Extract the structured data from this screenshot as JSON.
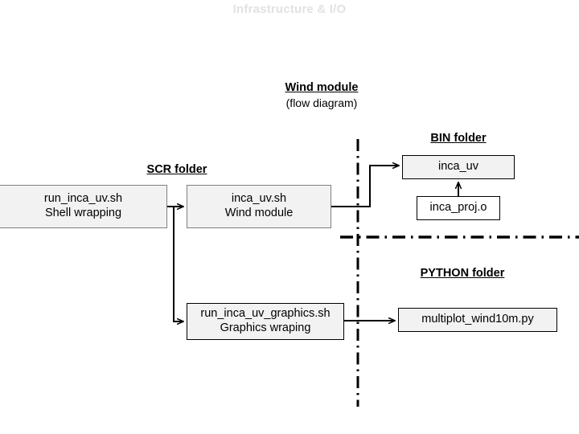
{
  "slide": {
    "title": "Infrastructure & I/O",
    "title_color": "#e2e2e2"
  },
  "diagram": {
    "title": "Wind module",
    "subtitle": "(flow diagram)",
    "stroke_color": "#000000",
    "box_fill": "#f2f2f2",
    "folders": [
      {
        "name": "scr",
        "label": "SCR folder"
      },
      {
        "name": "bin",
        "label": "BIN folder"
      },
      {
        "name": "python",
        "label": "PYTHON folder"
      }
    ],
    "nodes": [
      {
        "id": "run-inca-uv",
        "folder": "scr",
        "line1": "run_inca_uv.sh",
        "line2": "Shell wrapping"
      },
      {
        "id": "inca-uv-sh",
        "folder": "scr",
        "line1": "inca_uv.sh",
        "line2": "Wind module"
      },
      {
        "id": "inca-uv",
        "folder": "bin",
        "line1": "inca_uv",
        "line2": ""
      },
      {
        "id": "inca-proj",
        "folder": "bin",
        "line1": "inca_proj.o",
        "line2": ""
      },
      {
        "id": "graphics",
        "folder": "scr",
        "line1": "run_inca_uv_graphics.sh",
        "line2": "Graphics wraping"
      },
      {
        "id": "multiplot",
        "folder": "python",
        "line1": "multiplot_wind10m.py",
        "line2": ""
      }
    ],
    "connectors": [
      {
        "from": "run-inca-uv",
        "to": "inca-uv-sh",
        "style": "solid-arrow"
      },
      {
        "from": "run-inca-uv",
        "to": "graphics",
        "style": "solid-arrow"
      },
      {
        "from": "inca-uv-sh",
        "to": "inca-uv",
        "style": "solid-arrow"
      },
      {
        "from": "inca-proj",
        "to": "inca-uv",
        "style": "solid-arrow"
      },
      {
        "from": "graphics",
        "to": "multiplot",
        "style": "solid-arrow"
      }
    ],
    "dividers": [
      {
        "name": "vertical-folder-divider",
        "style": "dash-dot"
      },
      {
        "name": "horizontal-folder-divider",
        "style": "dash-dot"
      }
    ]
  }
}
